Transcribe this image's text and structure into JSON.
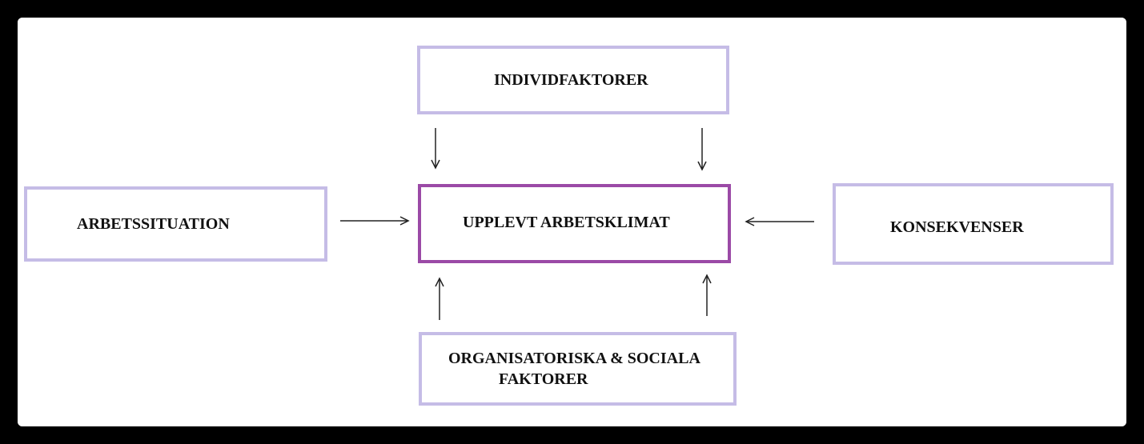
{
  "diagram": {
    "boxes": {
      "top": "INDIVIDFAKTORER",
      "left": "ARBETSSITUATION",
      "center": "UPPLEVT ARBETSKLIMAT",
      "right": "KONSEKVENSER",
      "bottom_line1": "ORGANISATORISKA & SOCIALA",
      "bottom_line2": "FAKTORER"
    },
    "colors": {
      "box_border": "#c5bce6",
      "center_border": "#9b4aa6",
      "arrow": "#222222"
    }
  }
}
